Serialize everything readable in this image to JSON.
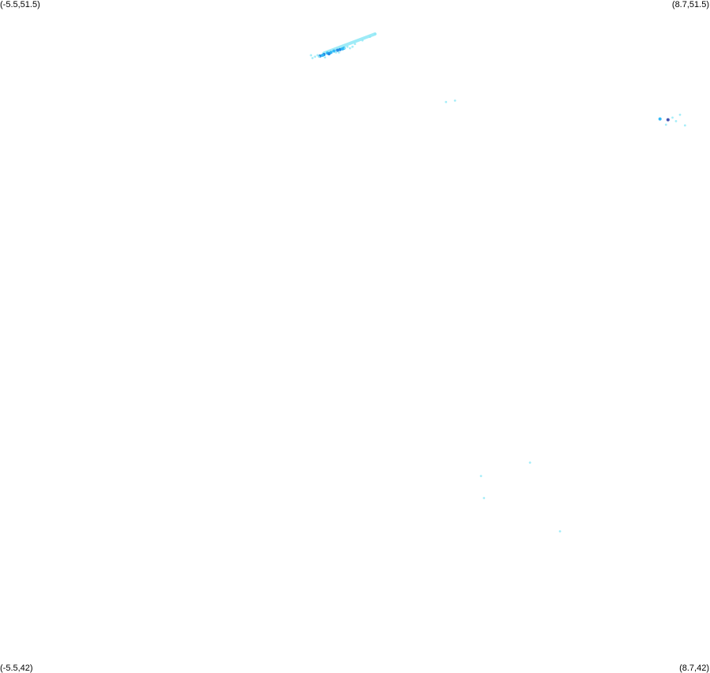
{
  "corners": {
    "top_left": "(-5.5,51.5)",
    "top_right": "(8.7,51.5)",
    "bottom_left": "(-5.5,42)",
    "bottom_right": "(8.7,42)"
  },
  "extent": {
    "lon_min": -5.5,
    "lon_max": 8.7,
    "lat_min": 42,
    "lat_max": 51.5
  },
  "colors": {
    "background": "#ffffff",
    "light": "#8ee8f6",
    "medium": "#29b6f6",
    "dark": "#1e88e5",
    "deep": "#3949ab"
  },
  "chart_data": {
    "type": "scatter",
    "x_label": "",
    "y_label": "",
    "xlim": [
      -5.5,
      8.7
    ],
    "ylim": [
      42,
      51.5
    ],
    "streak": {
      "from": [
        0.98,
        50.75
      ],
      "to": [
        2.0,
        51.02
      ],
      "color": "light"
    },
    "points": [
      {
        "lon": 0.98,
        "lat": 50.73,
        "color": "dark"
      },
      {
        "lon": 1.05,
        "lat": 50.75,
        "color": "medium"
      },
      {
        "lon": 1.12,
        "lat": 50.76,
        "color": "medium"
      },
      {
        "lon": 1.18,
        "lat": 50.78,
        "color": "medium"
      },
      {
        "lon": 1.25,
        "lat": 50.79,
        "color": "dark"
      },
      {
        "lon": 1.3,
        "lat": 50.8,
        "color": "dark"
      },
      {
        "lon": 1.35,
        "lat": 50.81,
        "color": "medium"
      },
      {
        "lon": 1.45,
        "lat": 50.84,
        "color": "light"
      },
      {
        "lon": 1.6,
        "lat": 50.88,
        "color": "light"
      },
      {
        "lon": 1.75,
        "lat": 50.93,
        "color": "light"
      },
      {
        "lon": 1.9,
        "lat": 50.98,
        "color": "light"
      },
      {
        "lon": 2.0,
        "lat": 51.02,
        "color": "light"
      },
      {
        "lon": 0.72,
        "lat": 50.72,
        "color": "light"
      },
      {
        "lon": 1.5,
        "lat": 50.82,
        "color": "light"
      },
      {
        "lon": 0.9,
        "lat": 50.71,
        "color": "dark"
      },
      {
        "lon": 0.95,
        "lat": 50.72,
        "color": "medium"
      },
      {
        "lon": 1.08,
        "lat": 50.74,
        "color": "dark"
      },
      {
        "lon": 0.85,
        "lat": 50.72,
        "color": "light"
      },
      {
        "lon": 1.55,
        "lat": 50.84,
        "color": "light"
      },
      {
        "lon": 1.38,
        "lat": 50.82,
        "color": "medium"
      },
      {
        "lon": 0.88,
        "lat": 50.7,
        "color": "light"
      },
      {
        "lon": 1.22,
        "lat": 50.76,
        "color": "light"
      },
      {
        "lon": 0.8,
        "lat": 50.7,
        "color": "light"
      },
      {
        "lon": 0.75,
        "lat": 50.68,
        "color": "light"
      },
      {
        "lon": 1.0,
        "lat": 50.69,
        "color": "light"
      },
      {
        "lon": 1.28,
        "lat": 50.76,
        "color": "light"
      },
      {
        "lon": 1.4,
        "lat": 50.82,
        "color": "light"
      },
      {
        "lon": 3.42,
        "lat": 50.06,
        "color": "light"
      },
      {
        "lon": 3.6,
        "lat": 50.08,
        "color": "light"
      },
      {
        "lon": 7.7,
        "lat": 49.82,
        "color": "medium"
      },
      {
        "lon": 7.86,
        "lat": 49.81,
        "color": "deep"
      },
      {
        "lon": 7.95,
        "lat": 49.84,
        "color": "light"
      },
      {
        "lon": 8.1,
        "lat": 49.88,
        "color": "light"
      },
      {
        "lon": 8.2,
        "lat": 49.73,
        "color": "light"
      },
      {
        "lon": 7.82,
        "lat": 49.74,
        "color": "light"
      },
      {
        "lon": 8.02,
        "lat": 49.79,
        "color": "light"
      },
      {
        "lon": 5.1,
        "lat": 44.97,
        "color": "light"
      },
      {
        "lon": 4.12,
        "lat": 44.78,
        "color": "light"
      },
      {
        "lon": 4.18,
        "lat": 44.47,
        "color": "light"
      },
      {
        "lon": 5.7,
        "lat": 44.0,
        "color": "light"
      }
    ]
  }
}
